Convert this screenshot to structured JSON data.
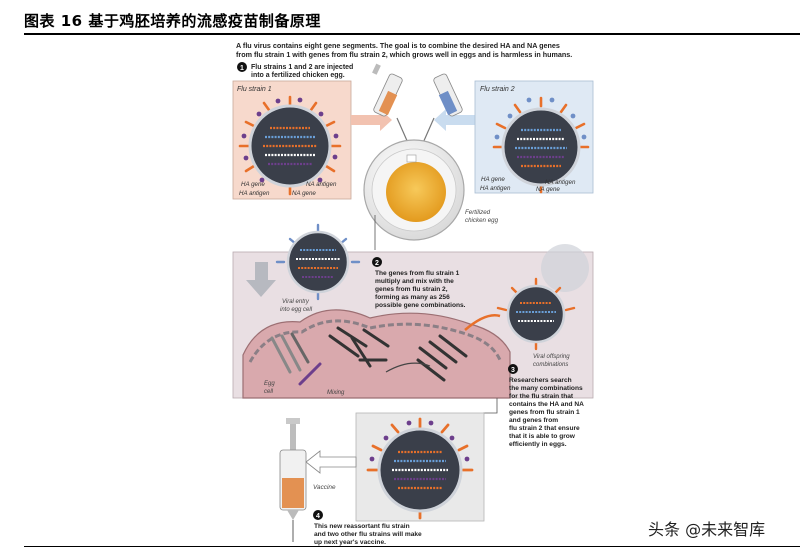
{
  "header": {
    "title": "图表 16 基于鸡胚培养的流感疫苗制备原理"
  },
  "figure": {
    "intro_line1": "A flu virus contains eight gene segments. The goal is to combine the desired HA and NA genes",
    "intro_line2": "from flu strain 1 with genes from flu strain 2, which grows well in eggs and is harmless in humans.",
    "step1_num": "1",
    "step1_line1": "Flu strains 1 and 2 are injected",
    "step1_line2": "into a fertilized chicken egg.",
    "strain1_label": "Flu strain 1",
    "strain2_label": "Flu strain 2",
    "ha_gene": "HA gene",
    "ha_antigen": "HA antigen",
    "na_gene": "NA gene",
    "na_antigen": "NA antigen",
    "fertilized_line1": "Fertilized",
    "fertilized_line2": "chicken egg",
    "step2_num": "2",
    "step2_line1": "The genes from flu strain 1",
    "step2_line2": "multiply and mix with the",
    "step2_line3": "genes from flu strain 2,",
    "step2_line4": "forming as many as 256",
    "step2_line5": "possible gene combinations.",
    "viral_entry_line1": "Viral entry",
    "viral_entry_line2": "into egg cell",
    "viral_offspring_line1": "Viral offspring",
    "viral_offspring_line2": "combinations",
    "egg_cell_line1": "Egg",
    "egg_cell_line2": "cell",
    "mixing": "Mixing",
    "step3_num": "3",
    "step3_line1": "Researchers search",
    "step3_line2": "the many combinations",
    "step3_line3": "for the flu strain that",
    "step3_line4": "contains the HA and NA",
    "step3_line5": "genes from flu strain 1",
    "step3_line6": "and genes from",
    "step3_line7": "flu strain 2 that ensure",
    "step3_line8": "that it is able to grow",
    "step3_line9": "efficiently in eggs.",
    "vaccine": "Vaccine",
    "step4_num": "4",
    "step4_line1": "This new reassortant flu strain",
    "step4_line2": "and two other flu strains will make",
    "step4_line3": "up next year's vaccine."
  },
  "watermark": "头条 @未来智库",
  "colors": {
    "strain1_panel": "#f7d9cc",
    "strain2_panel": "#dfe9f4",
    "cell_panel": "#e9dfe3",
    "ha_orange": "#e8702a",
    "na_purple": "#6d3f8c",
    "virus_blue": "#5a7fb0",
    "yolk": "#f2b233"
  }
}
